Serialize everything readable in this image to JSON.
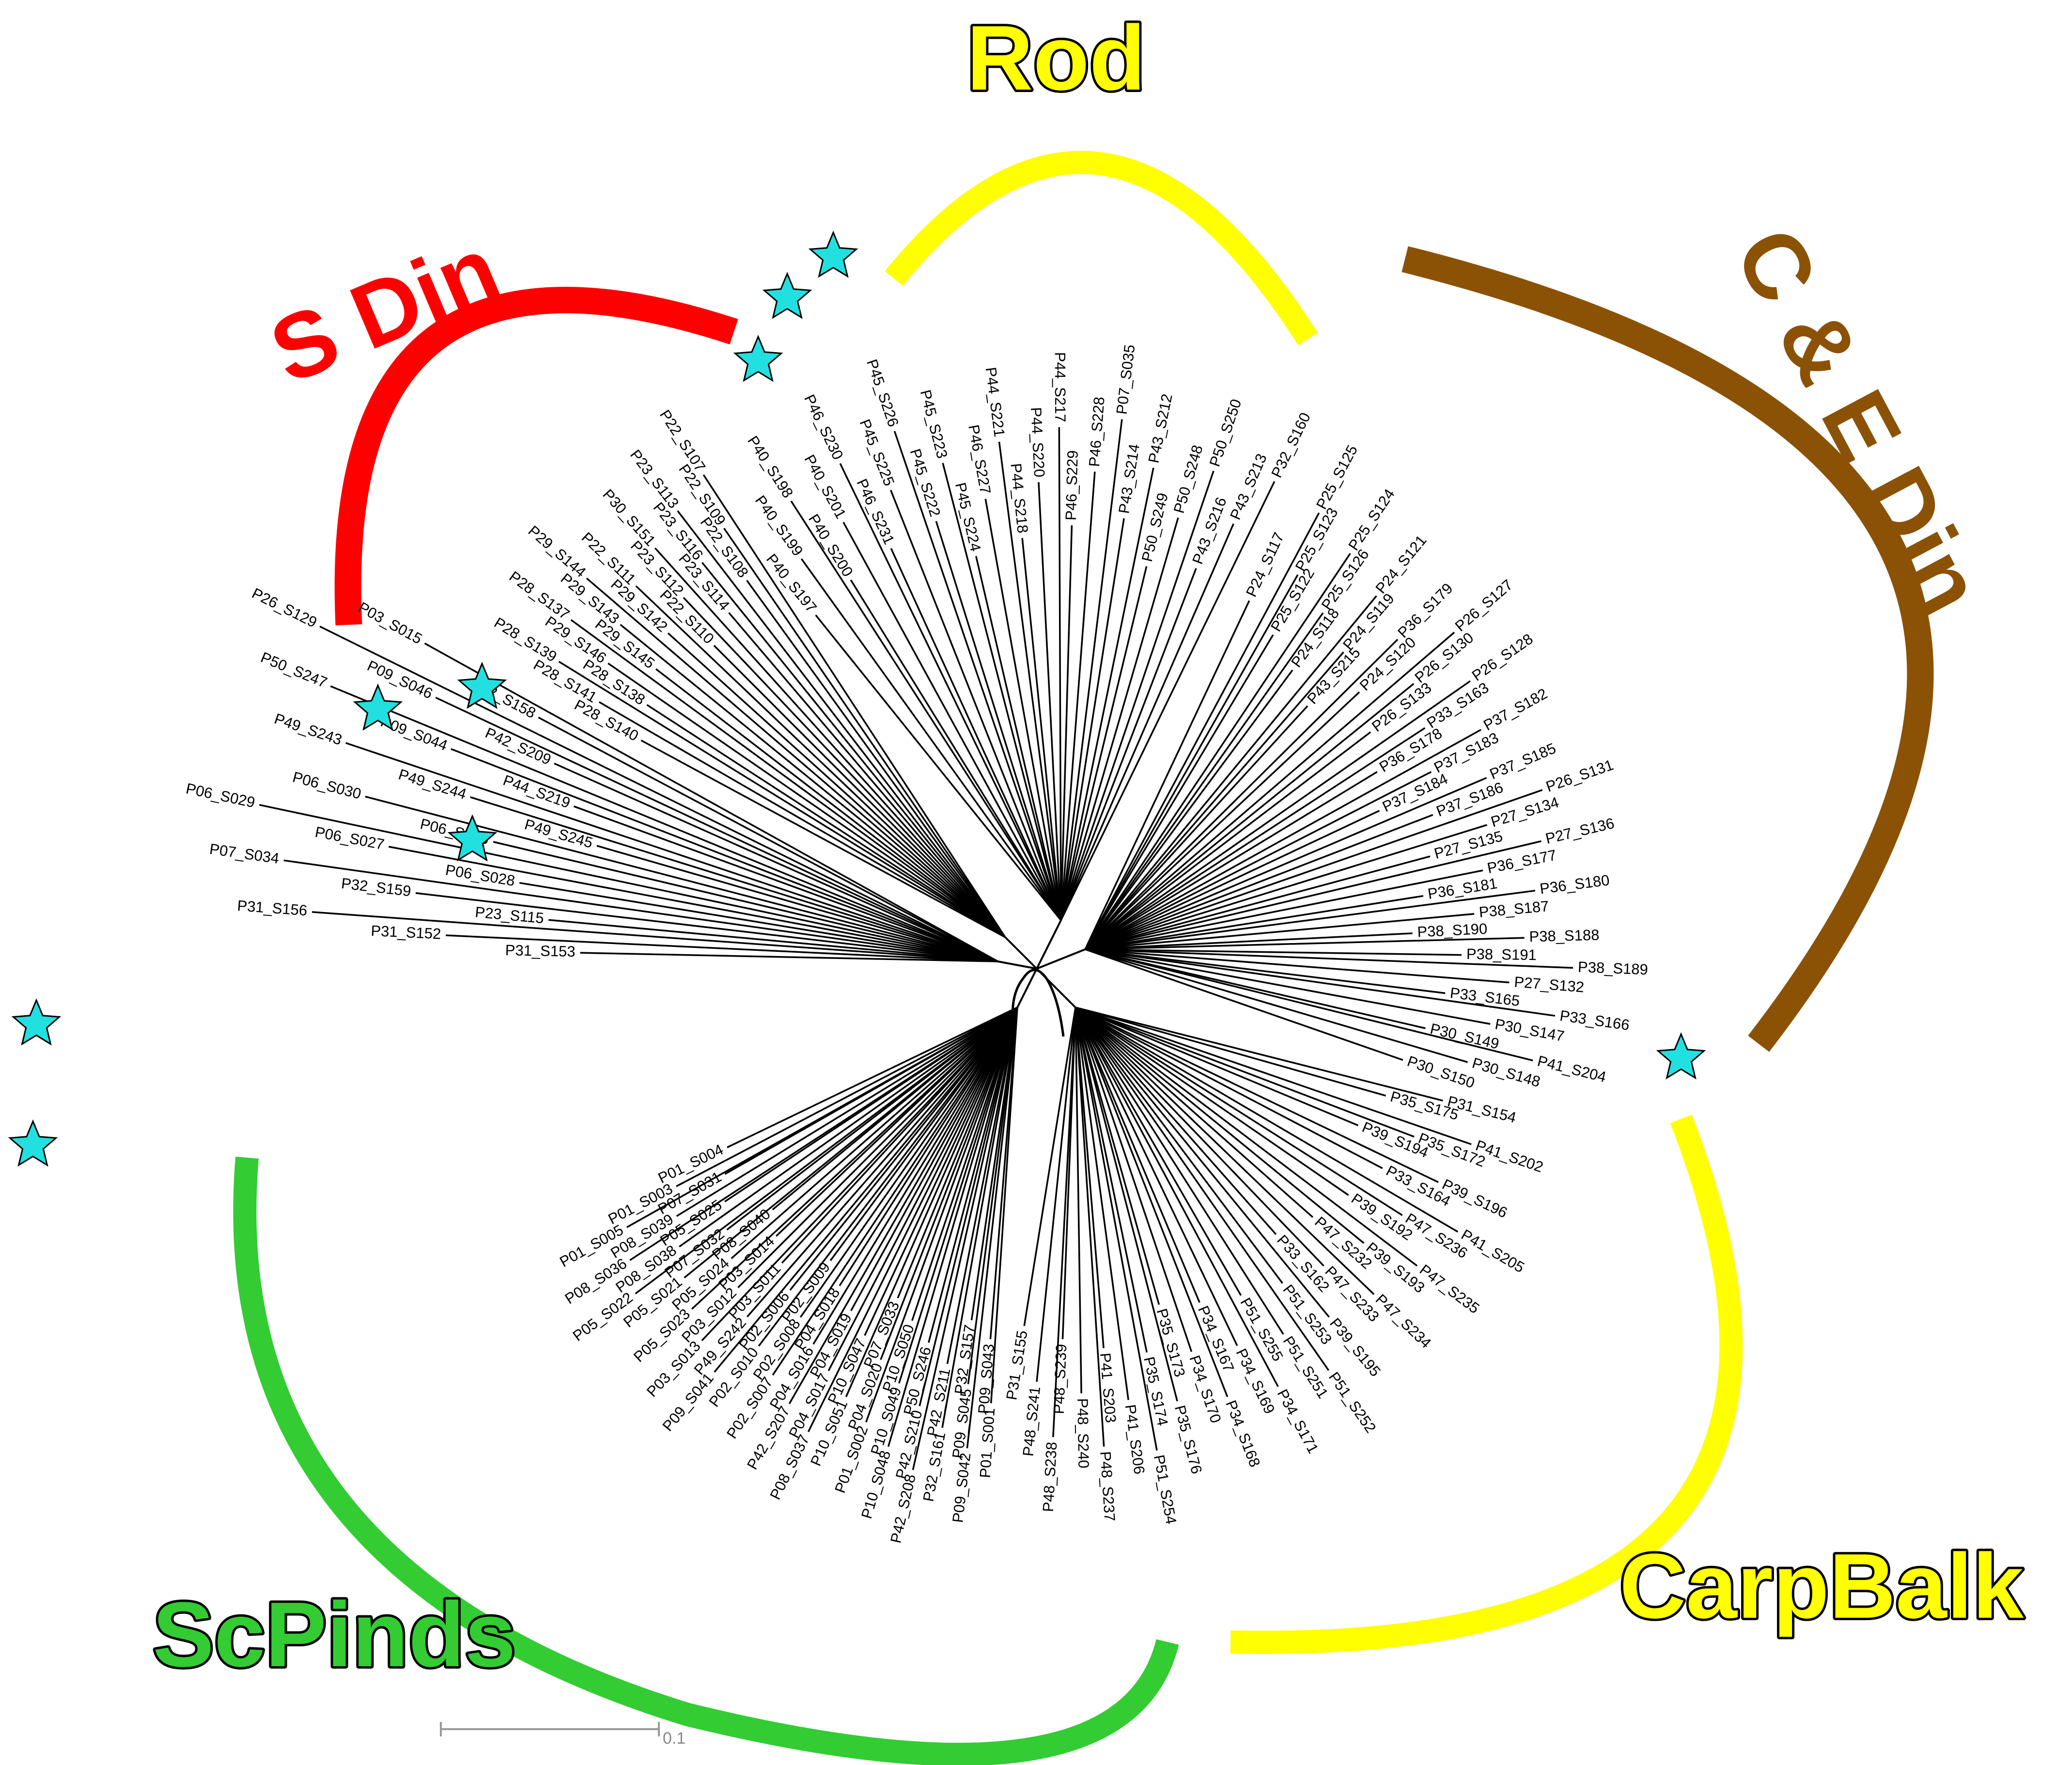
{
  "clades": [
    {
      "id": "rod",
      "label": "Rod",
      "fill": "#ffff00",
      "outline": "#000000",
      "arc_color": "#ffff00"
    },
    {
      "id": "s-din",
      "label": "S Din",
      "fill": "#ff0000",
      "outline": "#ffffff",
      "arc_color": "#ff0000"
    },
    {
      "id": "ce-din",
      "label": "C & E Din",
      "fill": "#8b5206",
      "outline": "#ffffff",
      "arc_color": "#8b5206"
    },
    {
      "id": "carpbalk",
      "label": "CarpBalk",
      "fill": "#ffff00",
      "outline": "#000000",
      "arc_color": "#ffff00"
    },
    {
      "id": "scpinds",
      "label": "ScPinds",
      "fill": "#33cc33",
      "outline": "#000000",
      "arc_color": "#33cc33"
    }
  ],
  "star_color": "#22e0e0",
  "scale_bar": {
    "label": "0.1"
  },
  "leaves": [
    {
      "label": "P40_S197",
      "clade": "rod"
    },
    {
      "label": "P40_S199",
      "clade": "rod"
    },
    {
      "label": "P40_S198",
      "clade": "rod"
    },
    {
      "label": "P40_S200",
      "clade": "rod"
    },
    {
      "label": "P40_S201",
      "clade": "rod"
    },
    {
      "label": "P46_S230",
      "clade": "rod"
    },
    {
      "label": "P46_S231",
      "clade": "rod"
    },
    {
      "label": "P45_S225",
      "clade": "rod"
    },
    {
      "label": "P45_S226",
      "clade": "rod"
    },
    {
      "label": "P45_S222",
      "clade": "rod"
    },
    {
      "label": "P45_S223",
      "clade": "rod"
    },
    {
      "label": "P45_S224",
      "clade": "rod"
    },
    {
      "label": "P46_S227",
      "clade": "rod"
    },
    {
      "label": "P44_S221",
      "clade": "rod"
    },
    {
      "label": "P44_S218",
      "clade": "rod"
    },
    {
      "label": "P44_S220",
      "clade": "rod"
    },
    {
      "label": "P44_S217",
      "clade": "rod"
    },
    {
      "label": "P46_S229",
      "clade": "rod"
    },
    {
      "label": "P46_S228",
      "clade": "rod"
    },
    {
      "label": "P07_S035",
      "clade": "rod"
    },
    {
      "label": "P43_S214",
      "clade": "rod"
    },
    {
      "label": "P43_S212",
      "clade": "rod"
    },
    {
      "label": "P50_S249",
      "clade": "rod"
    },
    {
      "label": "P50_S248",
      "clade": "rod"
    },
    {
      "label": "P50_S250",
      "clade": "rod"
    },
    {
      "label": "P43_S216",
      "clade": "rod"
    },
    {
      "label": "P43_S213",
      "clade": "rod"
    },
    {
      "label": "P32_S160",
      "clade": "rod"
    },
    {
      "label": "P28_S140",
      "clade": "s-din"
    },
    {
      "label": "P28_S141",
      "clade": "s-din"
    },
    {
      "label": "P28_S139",
      "clade": "s-din"
    },
    {
      "label": "P28_S138",
      "clade": "s-din"
    },
    {
      "label": "P29_S146",
      "clade": "s-din"
    },
    {
      "label": "P28_S137",
      "clade": "s-din"
    },
    {
      "label": "P29_S145",
      "clade": "s-din"
    },
    {
      "label": "P29_S143",
      "clade": "s-din"
    },
    {
      "label": "P29_S144",
      "clade": "s-din"
    },
    {
      "label": "P29_S142",
      "clade": "s-din"
    },
    {
      "label": "P22_S111",
      "clade": "s-din"
    },
    {
      "label": "P22_S110",
      "clade": "s-din"
    },
    {
      "label": "P23_S112",
      "clade": "s-din"
    },
    {
      "label": "P30_S151",
      "clade": "s-din"
    },
    {
      "label": "P23_S114",
      "clade": "s-din"
    },
    {
      "label": "P23_S116",
      "clade": "s-din"
    },
    {
      "label": "P23_S113",
      "clade": "s-din"
    },
    {
      "label": "P22_S108",
      "clade": "s-din"
    },
    {
      "label": "P22_S109",
      "clade": "s-din"
    },
    {
      "label": "P22_S107",
      "clade": "s-din"
    },
    {
      "label": "P31_S153",
      "clade": "other"
    },
    {
      "label": "P31_S152",
      "clade": "other"
    },
    {
      "label": "P31_S156",
      "clade": "other"
    },
    {
      "label": "P23_S115",
      "clade": "other"
    },
    {
      "label": "P32_S159",
      "clade": "other"
    },
    {
      "label": "P07_S034",
      "clade": "other"
    },
    {
      "label": "P06_S028",
      "clade": "other"
    },
    {
      "label": "P06_S027",
      "clade": "other"
    },
    {
      "label": "P06_S029",
      "clade": "other"
    },
    {
      "label": "P06_S026",
      "clade": "other"
    },
    {
      "label": "P06_S030",
      "clade": "other"
    },
    {
      "label": "P49_S245",
      "clade": "other"
    },
    {
      "label": "P49_S244",
      "clade": "other"
    },
    {
      "label": "P49_S243",
      "clade": "other"
    },
    {
      "label": "P44_S219",
      "clade": "other"
    },
    {
      "label": "P09_S044",
      "clade": "other"
    },
    {
      "label": "P50_S247",
      "clade": "other"
    },
    {
      "label": "P42_S209",
      "clade": "other"
    },
    {
      "label": "P09_S046",
      "clade": "other"
    },
    {
      "label": "P26_S129",
      "clade": "other"
    },
    {
      "label": "P32_S158",
      "clade": "other"
    },
    {
      "label": "P03_S015",
      "clade": "other"
    },
    {
      "label": "P01_S004",
      "clade": "scpinds"
    },
    {
      "label": "P01_S003",
      "clade": "scpinds"
    },
    {
      "label": "P01_S005",
      "clade": "scpinds"
    },
    {
      "label": "P07_S031",
      "clade": "scpinds"
    },
    {
      "label": "P08_S039",
      "clade": "scpinds"
    },
    {
      "label": "P08_S036",
      "clade": "scpinds"
    },
    {
      "label": "P05_S025",
      "clade": "scpinds"
    },
    {
      "label": "P08_S038",
      "clade": "scpinds"
    },
    {
      "label": "P05_S022",
      "clade": "scpinds"
    },
    {
      "label": "P07_S032",
      "clade": "scpinds"
    },
    {
      "label": "P05_S021",
      "clade": "scpinds"
    },
    {
      "label": "P08_S040",
      "clade": "scpinds"
    },
    {
      "label": "P05_S024",
      "clade": "scpinds"
    },
    {
      "label": "P05_S023",
      "clade": "scpinds"
    },
    {
      "label": "P03_S014",
      "clade": "scpinds"
    },
    {
      "label": "P03_S012",
      "clade": "scpinds"
    },
    {
      "label": "P03_S013",
      "clade": "scpinds"
    },
    {
      "label": "P03_S011",
      "clade": "scpinds"
    },
    {
      "label": "P49_S242",
      "clade": "scpinds"
    },
    {
      "label": "P09_S041",
      "clade": "scpinds"
    },
    {
      "label": "P02_S006",
      "clade": "scpinds"
    },
    {
      "label": "P02_S010",
      "clade": "scpinds"
    },
    {
      "label": "P02_S009",
      "clade": "scpinds"
    },
    {
      "label": "P02_S008",
      "clade": "scpinds"
    },
    {
      "label": "P02_S007",
      "clade": "scpinds"
    },
    {
      "label": "P04_S018",
      "clade": "scpinds"
    },
    {
      "label": "P04_S016",
      "clade": "scpinds"
    },
    {
      "label": "P42_S207",
      "clade": "scpinds"
    },
    {
      "label": "P04_S019",
      "clade": "scpinds"
    },
    {
      "label": "P04_S017",
      "clade": "scpinds"
    },
    {
      "label": "P08_S037",
      "clade": "scpinds"
    },
    {
      "label": "P10_S047",
      "clade": "scpinds"
    },
    {
      "label": "P10_S051",
      "clade": "scpinds"
    },
    {
      "label": "P07_S033",
      "clade": "scpinds"
    },
    {
      "label": "P04_S020",
      "clade": "scpinds"
    },
    {
      "label": "P01_S002",
      "clade": "scpinds"
    },
    {
      "label": "P10_S050",
      "clade": "scpinds"
    },
    {
      "label": "P10_S049",
      "clade": "scpinds"
    },
    {
      "label": "P10_S048",
      "clade": "scpinds"
    },
    {
      "label": "P50_S246",
      "clade": "scpinds"
    },
    {
      "label": "P42_S210",
      "clade": "scpinds"
    },
    {
      "label": "P42_S208",
      "clade": "scpinds"
    },
    {
      "label": "P42_S211",
      "clade": "scpinds"
    },
    {
      "label": "P32_S161",
      "clade": "scpinds"
    },
    {
      "label": "P32_S157",
      "clade": "scpinds"
    },
    {
      "label": "P09_S045",
      "clade": "scpinds"
    },
    {
      "label": "P09_S042",
      "clade": "scpinds"
    },
    {
      "label": "P09_S043",
      "clade": "scpinds"
    },
    {
      "label": "P01_S001",
      "clade": "scpinds"
    },
    {
      "label": "P31_S155",
      "clade": "carpbalk"
    },
    {
      "label": "P48_S241",
      "clade": "carpbalk"
    },
    {
      "label": "P48_S238",
      "clade": "carpbalk"
    },
    {
      "label": "P48_S239",
      "clade": "carpbalk"
    },
    {
      "label": "P48_S240",
      "clade": "carpbalk"
    },
    {
      "label": "P48_S237",
      "clade": "carpbalk"
    },
    {
      "label": "P41_S203",
      "clade": "carpbalk"
    },
    {
      "label": "P41_S206",
      "clade": "carpbalk"
    },
    {
      "label": "P51_S254",
      "clade": "carpbalk"
    },
    {
      "label": "P35_S174",
      "clade": "carpbalk"
    },
    {
      "label": "P35_S176",
      "clade": "carpbalk"
    },
    {
      "label": "P35_S173",
      "clade": "carpbalk"
    },
    {
      "label": "P34_S170",
      "clade": "carpbalk"
    },
    {
      "label": "P34_S168",
      "clade": "carpbalk"
    },
    {
      "label": "P34_S167",
      "clade": "carpbalk"
    },
    {
      "label": "P34_S169",
      "clade": "carpbalk"
    },
    {
      "label": "P34_S171",
      "clade": "carpbalk"
    },
    {
      "label": "P51_S255",
      "clade": "carpbalk"
    },
    {
      "label": "P51_S251",
      "clade": "carpbalk"
    },
    {
      "label": "P51_S252",
      "clade": "carpbalk"
    },
    {
      "label": "P51_S253",
      "clade": "carpbalk"
    },
    {
      "label": "P39_S195",
      "clade": "carpbalk"
    },
    {
      "label": "P33_S162",
      "clade": "carpbalk"
    },
    {
      "label": "P47_S233",
      "clade": "carpbalk"
    },
    {
      "label": "P47_S234",
      "clade": "carpbalk"
    },
    {
      "label": "P47_S232",
      "clade": "carpbalk"
    },
    {
      "label": "P39_S193",
      "clade": "carpbalk"
    },
    {
      "label": "P47_S235",
      "clade": "carpbalk"
    },
    {
      "label": "P39_S192",
      "clade": "carpbalk"
    },
    {
      "label": "P47_S236",
      "clade": "carpbalk"
    },
    {
      "label": "P41_S205",
      "clade": "carpbalk"
    },
    {
      "label": "P33_S164",
      "clade": "carpbalk"
    },
    {
      "label": "P39_S196",
      "clade": "carpbalk"
    },
    {
      "label": "P39_S194",
      "clade": "carpbalk"
    },
    {
      "label": "P35_S172",
      "clade": "carpbalk"
    },
    {
      "label": "P41_S202",
      "clade": "carpbalk"
    },
    {
      "label": "P35_S175",
      "clade": "carpbalk"
    },
    {
      "label": "P31_S154",
      "clade": "carpbalk"
    },
    {
      "label": "P30_S150",
      "clade": "ce-din"
    },
    {
      "label": "P30_S148",
      "clade": "ce-din"
    },
    {
      "label": "P41_S204",
      "clade": "ce-din"
    },
    {
      "label": "P30_S149",
      "clade": "ce-din"
    },
    {
      "label": "P30_S147",
      "clade": "ce-din"
    },
    {
      "label": "P33_S166",
      "clade": "ce-din"
    },
    {
      "label": "P33_S165",
      "clade": "ce-din"
    },
    {
      "label": "P27_S132",
      "clade": "ce-din"
    },
    {
      "label": "P38_S189",
      "clade": "ce-din"
    },
    {
      "label": "P38_S191",
      "clade": "ce-din"
    },
    {
      "label": "P38_S188",
      "clade": "ce-din"
    },
    {
      "label": "P38_S190",
      "clade": "ce-din"
    },
    {
      "label": "P38_S187",
      "clade": "ce-din"
    },
    {
      "label": "P36_S180",
      "clade": "ce-din"
    },
    {
      "label": "P36_S181",
      "clade": "ce-din"
    },
    {
      "label": "P36_S177",
      "clade": "ce-din"
    },
    {
      "label": "P27_S136",
      "clade": "ce-din"
    },
    {
      "label": "P27_S135",
      "clade": "ce-din"
    },
    {
      "label": "P27_S134",
      "clade": "ce-din"
    },
    {
      "label": "P26_S131",
      "clade": "ce-din"
    },
    {
      "label": "P37_S186",
      "clade": "ce-din"
    },
    {
      "label": "P37_S185",
      "clade": "ce-din"
    },
    {
      "label": "P37_S184",
      "clade": "ce-din"
    },
    {
      "label": "P37_S183",
      "clade": "ce-din"
    },
    {
      "label": "P37_S182",
      "clade": "ce-din"
    },
    {
      "label": "P36_S178",
      "clade": "ce-din"
    },
    {
      "label": "P33_S163",
      "clade": "ce-din"
    },
    {
      "label": "P26_S128",
      "clade": "ce-din"
    },
    {
      "label": "P26_S133",
      "clade": "ce-din"
    },
    {
      "label": "P26_S130",
      "clade": "ce-din"
    },
    {
      "label": "P26_S127",
      "clade": "ce-din"
    },
    {
      "label": "P24_S120",
      "clade": "ce-din"
    },
    {
      "label": "P36_S179",
      "clade": "ce-din"
    },
    {
      "label": "P43_S215",
      "clade": "ce-din"
    },
    {
      "label": "P24_S119",
      "clade": "ce-din"
    },
    {
      "label": "P24_S121",
      "clade": "ce-din"
    },
    {
      "label": "P24_S118",
      "clade": "ce-din"
    },
    {
      "label": "P25_S126",
      "clade": "ce-din"
    },
    {
      "label": "P25_S124",
      "clade": "ce-din"
    },
    {
      "label": "P25_S122",
      "clade": "ce-din"
    },
    {
      "label": "P25_S123",
      "clade": "ce-din"
    },
    {
      "label": "P25_S125",
      "clade": "ce-din"
    },
    {
      "label": "P24_S117",
      "clade": "ce-din"
    }
  ]
}
